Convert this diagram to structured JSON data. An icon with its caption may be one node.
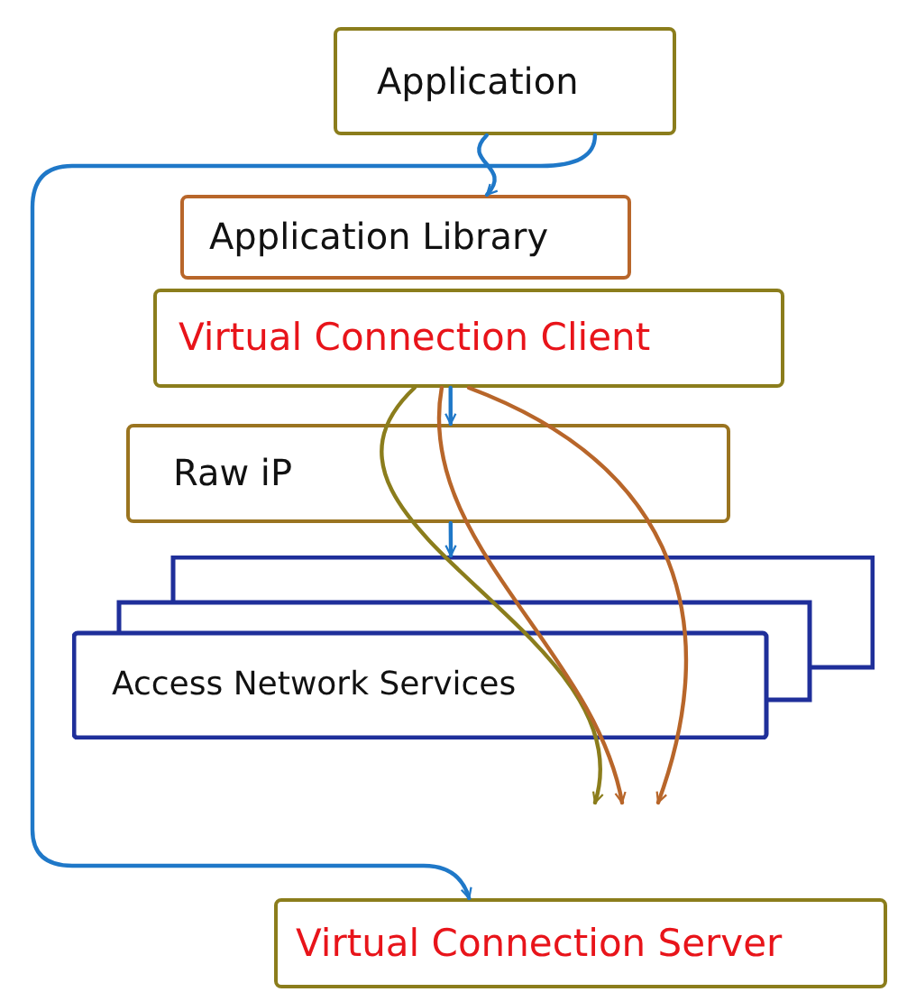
{
  "diagram": {
    "nodes": [
      {
        "text": [
          "Application"
        ]
      },
      {
        "text": [
          "Application Library"
        ]
      },
      {
        "text": [
          "Virtual Connection Client"
        ]
      },
      {
        "text": [
          "Raw iP"
        ]
      },
      {
        "text": [
          "Access Network Services"
        ]
      },
      {
        "text": [
          "Virtual Connection Server"
        ]
      }
    ],
    "edges": [
      {
        "from": 0,
        "to": 1,
        "arrow": "to"
      },
      {
        "from": 0,
        "to": 5,
        "arrow": "to"
      },
      {
        "from": 2,
        "to": 3,
        "arrow": "to"
      },
      {
        "from": 3,
        "to": 4,
        "arrow": "to"
      },
      {
        "from": 2,
        "to": null,
        "arrow": "to",
        "color": "#8b7d1c"
      },
      {
        "from": 2,
        "to": null,
        "arrow": "to",
        "color": "#b8662a"
      },
      {
        "from": 2,
        "to": null,
        "arrow": "to",
        "color": "#b8662a"
      }
    ]
  }
}
